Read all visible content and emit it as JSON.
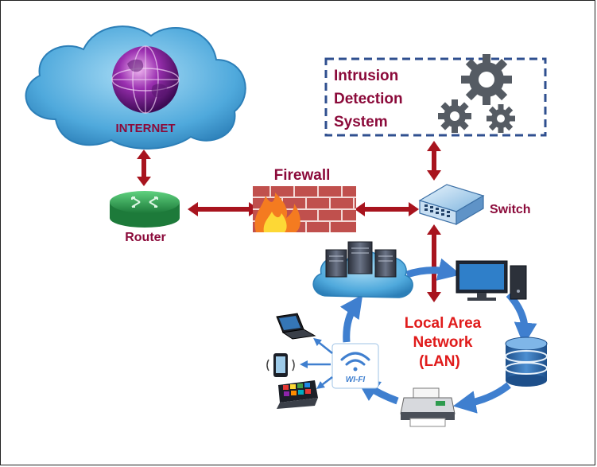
{
  "nodes": {
    "internet": {
      "label": "INTERNET"
    },
    "router": {
      "label": "Router"
    },
    "firewall": {
      "label": "Firewall"
    },
    "switch": {
      "label": "Switch"
    },
    "ids": {
      "line1": "Intrusion",
      "line2": "Detection",
      "line3": "System"
    },
    "lan": {
      "line1": "Local Area",
      "line2": "Network",
      "line3": "(LAN)"
    },
    "wifi": {
      "label": "WI-FI"
    }
  },
  "colors": {
    "label_maroon": "#8b0a3a",
    "lan_red": "#e01b1b",
    "link_red": "#a8141e",
    "loop_blue": "#3f7fcf",
    "cloud_blue": "#5fb4e3",
    "router_green": "#2e9b4e",
    "ids_border": "#2f4f8f"
  },
  "icons": [
    "globe-icon",
    "router-icon",
    "firewall-icon",
    "switch-icon",
    "gears-icon",
    "server-icon",
    "computer-icon",
    "database-icon",
    "printer-icon",
    "wifi-icon",
    "laptop-icon",
    "phone-icon",
    "tablet-icon"
  ]
}
